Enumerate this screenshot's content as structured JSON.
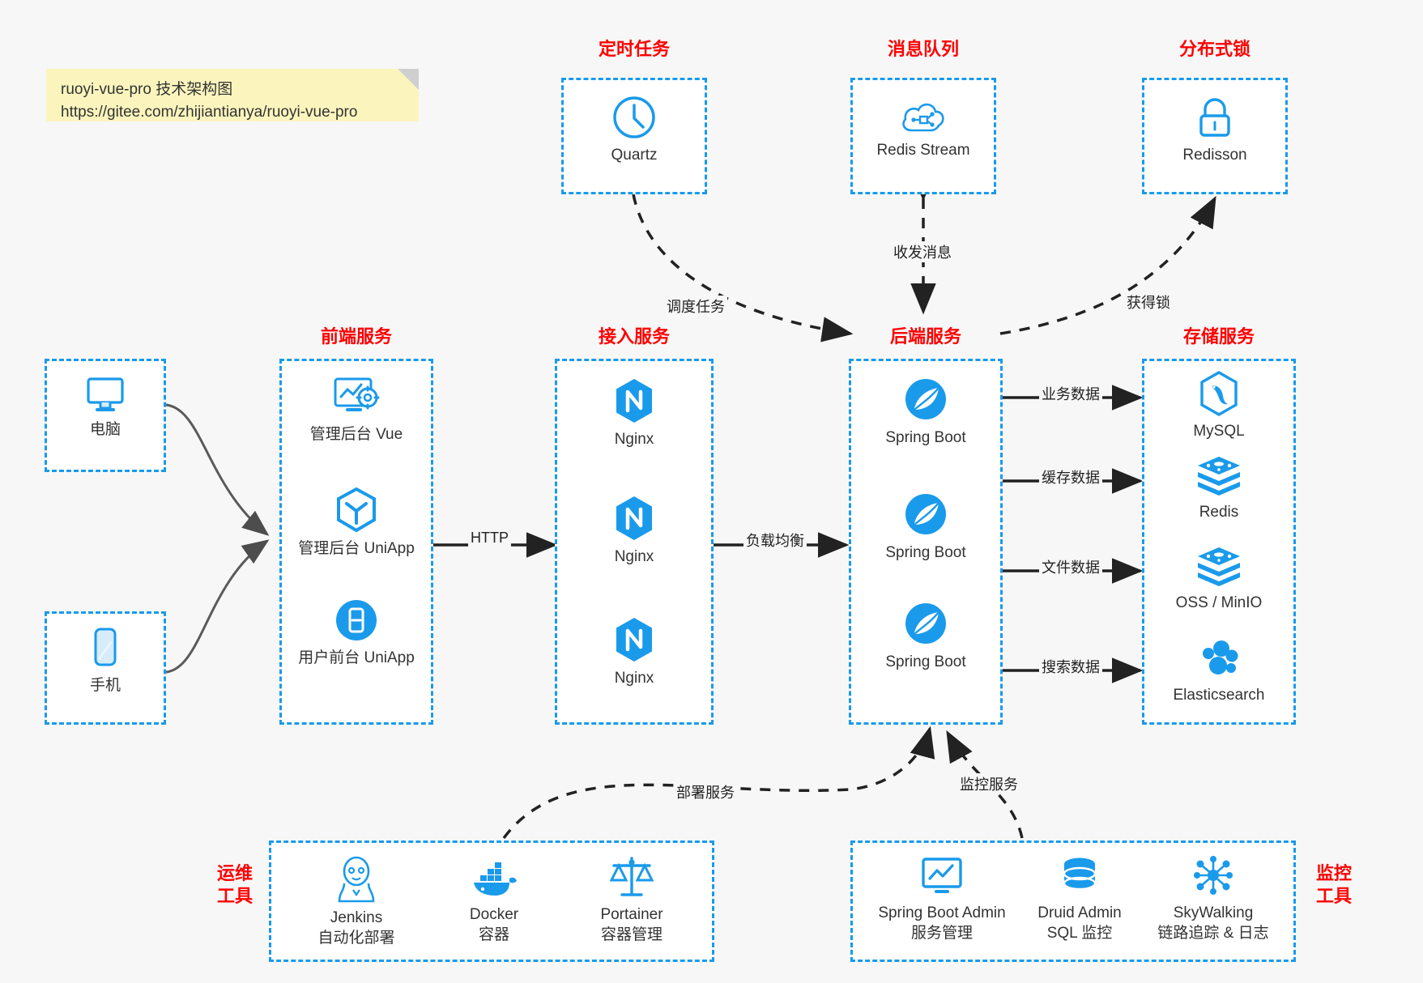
{
  "note": {
    "line1": "ruoyi-vue-pro 技术架构图",
    "line2": "https://gitee.com/zhijiantianya/ruoyi-vue-pro"
  },
  "colors": {
    "accent": "#1a9aeb",
    "title": "#ff0000",
    "background": "#f7f7f7",
    "box_fill": "#ffffff",
    "note_fill": "#fbf5bd",
    "edge": "#4d4d4d",
    "edge_dark": "#222222"
  },
  "groups": {
    "scheduled_task": {
      "title": "定时任务"
    },
    "message_queue": {
      "title": "消息队列"
    },
    "distributed_lock": {
      "title": "分布式锁"
    },
    "frontend": {
      "title": "前端服务"
    },
    "gateway": {
      "title": "接入服务"
    },
    "backend": {
      "title": "后端服务"
    },
    "storage": {
      "title": "存储服务"
    },
    "devops": {
      "title": "运维\n工具",
      "line1": "运维",
      "line2": "工具"
    },
    "monitor": {
      "title": "监控\n工具",
      "line1": "监控",
      "line2": "工具"
    }
  },
  "nodes": {
    "quartz": {
      "label": "Quartz",
      "icon": "clock-icon"
    },
    "redis_stream": {
      "label": "Redis Stream",
      "icon": "cloud-stream-icon"
    },
    "redisson": {
      "label": "Redisson",
      "icon": "lock-icon"
    },
    "computer": {
      "label": "电脑",
      "icon": "desktop-monitor-icon"
    },
    "phone": {
      "label": "手机",
      "icon": "mobile-phone-icon"
    },
    "admin_vue": {
      "label": "管理后台 Vue",
      "icon": "dashboard-gear-icon"
    },
    "admin_uniapp": {
      "label": "管理后台 UniApp",
      "icon": "uniapp-cube-icon"
    },
    "user_uniapp": {
      "label": "用户前台 UniApp",
      "icon": "mobile-app-icon"
    },
    "nginx_1": {
      "label": "Nginx",
      "icon": "nginx-icon"
    },
    "nginx_2": {
      "label": "Nginx",
      "icon": "nginx-icon"
    },
    "nginx_3": {
      "label": "Nginx",
      "icon": "nginx-icon"
    },
    "springboot_1": {
      "label": "Spring Boot",
      "icon": "spring-boot-icon"
    },
    "springboot_2": {
      "label": "Spring Boot",
      "icon": "spring-boot-icon"
    },
    "springboot_3": {
      "label": "Spring Boot",
      "icon": "spring-boot-icon"
    },
    "mysql": {
      "label": "MySQL",
      "icon": "mysql-icon"
    },
    "redis": {
      "label": "Redis",
      "icon": "redis-icon"
    },
    "oss_minio": {
      "label": "OSS / MinIO",
      "icon": "redis-icon"
    },
    "elasticsearch": {
      "label": "Elasticsearch",
      "icon": "elasticsearch-icon"
    },
    "jenkins": {
      "label": "Jenkins",
      "sub": "自动化部署",
      "icon": "jenkins-icon"
    },
    "docker": {
      "label": "Docker",
      "sub": "容器",
      "icon": "docker-icon"
    },
    "portainer": {
      "label": "Portainer",
      "sub": "容器管理",
      "icon": "scales-icon"
    },
    "spring_boot_admin": {
      "label": "Spring Boot Admin",
      "sub": "服务管理",
      "icon": "monitor-chart-icon"
    },
    "druid_admin": {
      "label": "Druid Admin",
      "sub": "SQL 监控",
      "icon": "database-icon"
    },
    "skywalking": {
      "label": "SkyWalking",
      "sub": "链路追踪 & 日志",
      "icon": "skywalking-icon"
    }
  },
  "edges": {
    "schedule_task": "调度任务",
    "send_receive_message": "收发消息",
    "acquire_lock": "获得锁",
    "http": "HTTP",
    "load_balance": "负载均衡",
    "business_data": "业务数据",
    "cache_data": "缓存数据",
    "file_data": "文件数据",
    "search_data": "搜索数据",
    "deploy_service": "部署服务",
    "monitor_service": "监控服务"
  }
}
